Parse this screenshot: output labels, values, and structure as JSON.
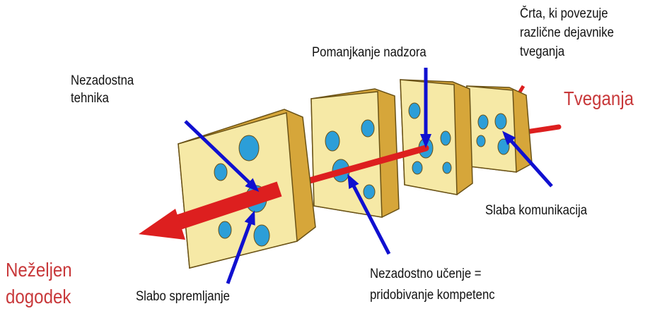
{
  "labels": {
    "inadequate_technique": [
      "Nezadostna",
      "tehnika"
    ],
    "lack_of_supervision": "Pomanjkanje nadzora",
    "risk_line": [
      "Črta, ki povezuje",
      "različne dejavnike",
      "tveganja"
    ],
    "risks": "Tveganja",
    "poor_communication": "Slaba komunikacija",
    "inadequate_training": [
      "Nezadostno učenje =",
      "pridobivanje kompetenc"
    ],
    "poor_monitoring": "Slabo spremljanje",
    "adverse_event": [
      "Neželjen",
      "dogodek"
    ]
  },
  "colors": {
    "cheese_face": "#f6e9a6",
    "cheese_side": "#d6a63a",
    "cheese_outline": "#6a5216",
    "hole_blue": "#2c9ed8",
    "arrow_red": "#dd1f1f",
    "pointer_blue": "#1010d0",
    "text_red": "#c8383a"
  }
}
